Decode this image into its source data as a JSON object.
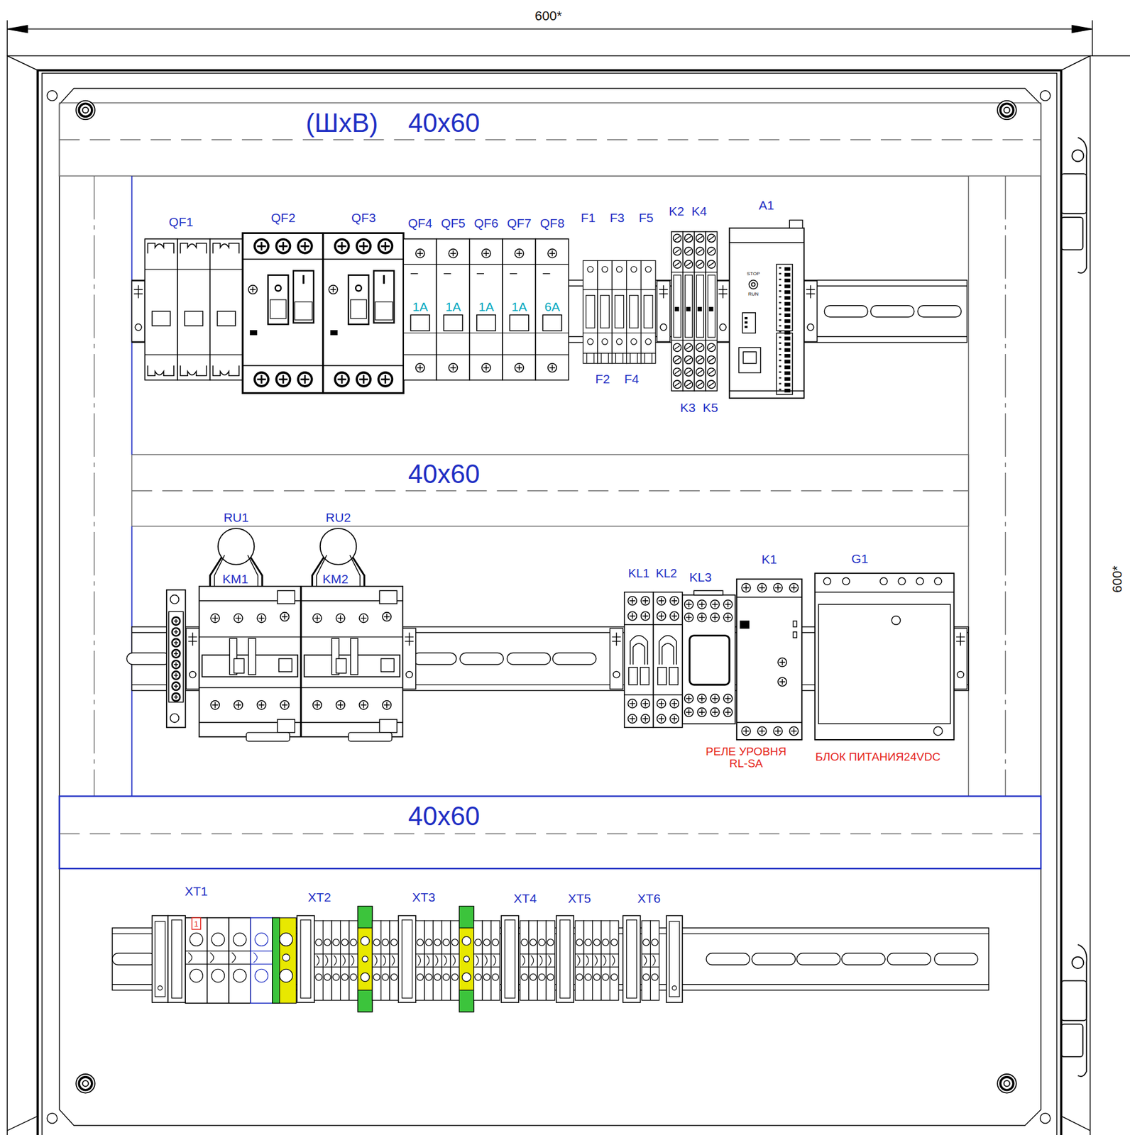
{
  "diagram": {
    "nodes": [
      {
        "text": [
          "(ШхВ)",
          "40x60"
        ]
      },
      {
        "text": [
          "QF1"
        ]
      },
      {
        "text": [
          "QF2"
        ]
      },
      {
        "text": [
          "QF3"
        ]
      },
      {
        "text": [
          "QF4",
          "1A"
        ]
      },
      {
        "text": [
          "QF5",
          "1A"
        ]
      },
      {
        "text": [
          "QF6",
          "1A"
        ]
      },
      {
        "text": [
          "QF7",
          "1A"
        ]
      },
      {
        "text": [
          "QF8",
          "6A"
        ]
      },
      {
        "text": [
          "F1"
        ]
      },
      {
        "text": [
          "F2"
        ]
      },
      {
        "text": [
          "F3"
        ]
      },
      {
        "text": [
          "F4"
        ]
      },
      {
        "text": [
          "F5"
        ]
      },
      {
        "text": [
          "K2"
        ]
      },
      {
        "text": [
          "K3"
        ]
      },
      {
        "text": [
          "K4"
        ]
      },
      {
        "text": [
          "K5"
        ]
      },
      {
        "text": [
          "A1",
          "STOP",
          "RUN"
        ]
      },
      {
        "text": [
          "40x60"
        ]
      },
      {
        "text": [
          "RU1"
        ]
      },
      {
        "text": [
          "RU2"
        ]
      },
      {
        "text": [
          "KM1"
        ]
      },
      {
        "text": [
          "KM2"
        ]
      },
      {
        "text": [
          "KL1"
        ]
      },
      {
        "text": [
          "KL2"
        ]
      },
      {
        "text": [
          "KL3"
        ]
      },
      {
        "text": [
          "K1",
          "РЕЛЕ УРОВНЯ RL-SA"
        ]
      },
      {
        "text": [
          "G1",
          "БЛОК ПИТАНИЯ24VDC"
        ]
      },
      {
        "text": [
          "40x60"
        ]
      },
      {
        "text": [
          "XT1",
          "1"
        ]
      },
      {
        "text": [
          "XT2"
        ]
      },
      {
        "text": [
          "XT3"
        ]
      },
      {
        "text": [
          "XT4"
        ]
      },
      {
        "text": [
          "XT5"
        ]
      },
      {
        "text": [
          "XT6"
        ]
      }
    ],
    "labels": [
      "600*",
      "600*"
    ]
  }
}
